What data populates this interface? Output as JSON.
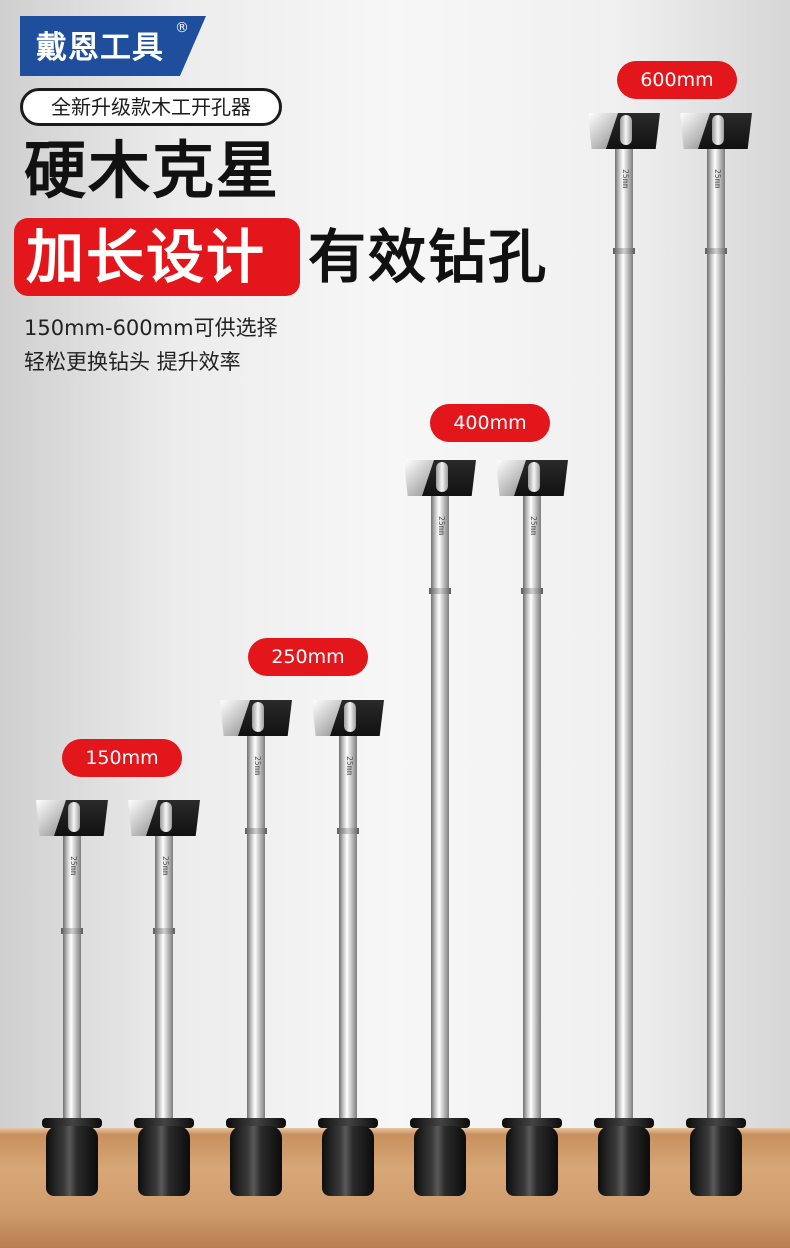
{
  "brand": {
    "name": "戴恩工具",
    "reg_mark": "®"
  },
  "subtitle": "全新升级款木工开孔器",
  "headline": "硬木克星",
  "highlight": {
    "boxed": "加长设计",
    "rest": "有效钻孔"
  },
  "features": [
    "150mm-600mm可供选择",
    "轻松更换钻头 提升效率"
  ],
  "products": [
    {
      "length_label": "150mm",
      "size_mark": "25mm"
    },
    {
      "length_label": "250mm",
      "size_mark": "25mm"
    },
    {
      "length_label": "400mm",
      "size_mark": "25mm"
    },
    {
      "length_label": "600mm",
      "size_mark": "25mm"
    }
  ],
  "colors": {
    "brand_blue": "#1f4e9c",
    "accent_red": "#e3161b",
    "text_dark": "#111111"
  }
}
